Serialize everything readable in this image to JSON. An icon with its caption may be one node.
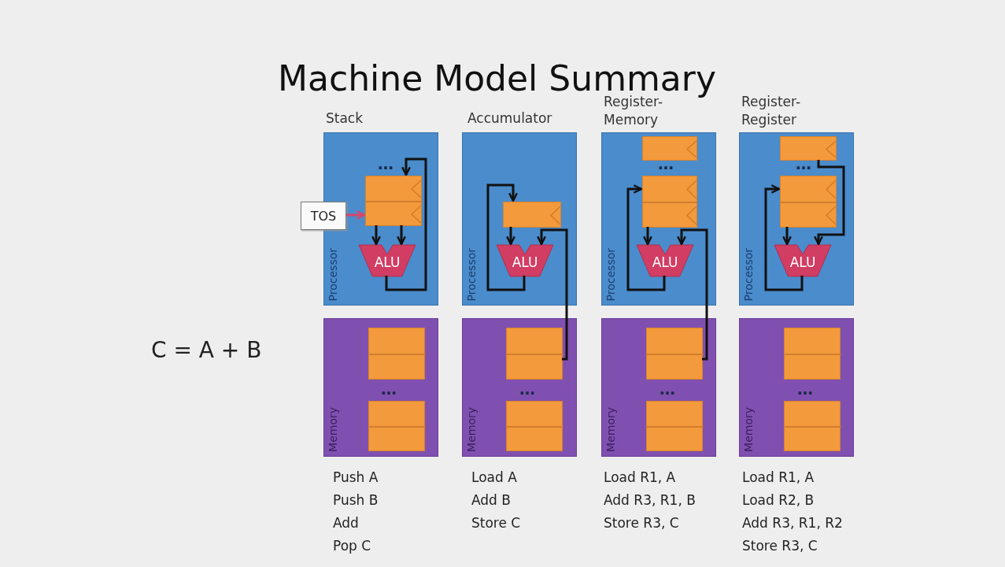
{
  "diagram": {
    "title": "Machine Model Summary",
    "nodes": [
      {
        "text": [
          "Processor"
        ],
        "beside": [
          "Stack"
        ]
      },
      {
        "text": [],
        "shape": "box",
        "in": 0
      },
      {
        "text": [
          "ALU"
        ],
        "in": 0
      },
      {
        "text": [
          "TOS"
        ]
      },
      {
        "text": [
          "Memory"
        ]
      },
      {
        "text": [],
        "shape": "box",
        "in": 4
      },
      {
        "text": [],
        "shape": "box",
        "in": 4
      },
      {
        "text": [
          "Processor"
        ],
        "beside": [
          "Accumulator"
        ]
      },
      {
        "text": [],
        "shape": "box",
        "in": 7
      },
      {
        "text": [
          "ALU"
        ],
        "in": 7
      },
      {
        "text": [
          "Memory"
        ]
      },
      {
        "text": [],
        "shape": "box",
        "in": 10
      },
      {
        "text": [],
        "shape": "box",
        "in": 10
      },
      {
        "text": [
          "Processor"
        ],
        "beside": [
          "Register- Memory"
        ]
      },
      {
        "text": [],
        "shape": "box",
        "in": 13
      },
      {
        "text": [],
        "shape": "box",
        "in": 13
      },
      {
        "text": [
          "ALU"
        ],
        "in": 13
      },
      {
        "text": [
          "Memory"
        ]
      },
      {
        "text": [],
        "shape": "box",
        "in": 17
      },
      {
        "text": [],
        "shape": "box",
        "in": 17
      },
      {
        "text": [
          "Processor"
        ],
        "beside": [
          "Register- Register"
        ]
      },
      {
        "text": [],
        "shape": "box",
        "in": 20
      },
      {
        "text": [],
        "shape": "box",
        "in": 20
      },
      {
        "text": [
          "ALU"
        ],
        "in": 20
      },
      {
        "text": [
          "Memory"
        ]
      },
      {
        "text": [],
        "shape": "box",
        "in": 24
      },
      {
        "text": [],
        "shape": "box",
        "in": 24
      }
    ],
    "edges": [
      {
        "from": 1,
        "to": 2,
        "arrow": "to"
      },
      {
        "from": 1,
        "to": 2,
        "arrow": "to"
      },
      {
        "from": 2,
        "to": 1,
        "arrow": "to"
      },
      {
        "from": 3,
        "to": 1,
        "arrow": "to",
        "color": "#d9456a"
      },
      {
        "from": 8,
        "to": 9,
        "arrow": "to"
      },
      {
        "from": 9,
        "to": 8,
        "arrow": "to"
      },
      {
        "from": 11,
        "to": 9,
        "arrow": "to"
      },
      {
        "from": 15,
        "to": 16,
        "arrow": "to"
      },
      {
        "from": 16,
        "to": 15,
        "arrow": "to"
      },
      {
        "from": 18,
        "to": 16,
        "arrow": "to"
      },
      {
        "from": 22,
        "to": 23,
        "arrow": "to"
      },
      {
        "from": 21,
        "to": 23,
        "arrow": "to"
      },
      {
        "from": 23,
        "to": 22,
        "arrow": "to"
      }
    ],
    "labels": [
      "…",
      "…",
      "…",
      "C = A + B",
      "…",
      "…",
      "…",
      "…",
      "Push A",
      "Push B",
      "Add",
      "Pop C",
      "Load A",
      "Add B",
      "Store C",
      "Load R1, A",
      "Add R3, R1, B",
      "Store R3, C",
      "Load R1, A",
      "Load R2, B",
      "Add R3, R1, R2",
      "Store R3, C"
    ]
  }
}
